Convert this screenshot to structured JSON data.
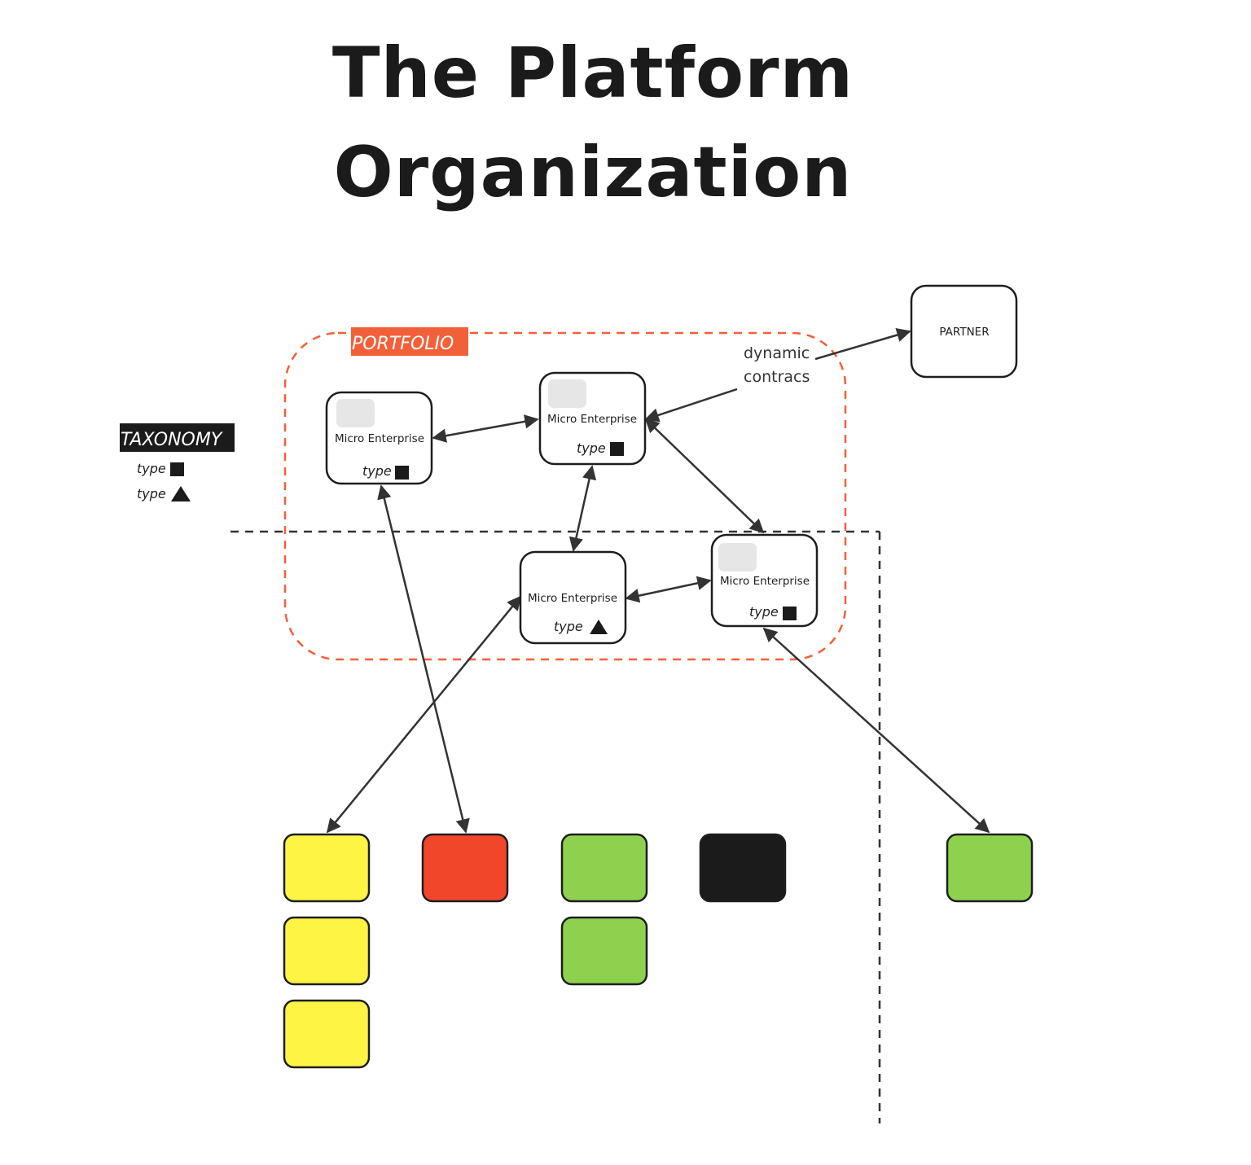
{
  "title": {
    "line1": "The Platform",
    "line2": "Organization"
  },
  "colors": {
    "portfolio": "#f2603a",
    "yellow": "#fdf443",
    "red": "#f2462a",
    "green": "#8ed14f",
    "black": "#1b1b1b",
    "stroke": "#2b2b2b"
  },
  "taxonomy": {
    "label": "TAXONOMY",
    "items": [
      {
        "text": "type",
        "shape": "square-icon"
      },
      {
        "text": "type",
        "shape": "triangle-icon"
      }
    ]
  },
  "portfolio": {
    "label": "PORTFOLIO"
  },
  "partner": {
    "label": "PARTNER"
  },
  "note": {
    "line1": "dynamic",
    "line2": "contracs"
  },
  "enterprises": [
    {
      "label": "Micro Enterprise",
      "type": "type",
      "shape": "square-icon"
    },
    {
      "label": "Micro Enterprise",
      "type": "type",
      "shape": "square-icon"
    },
    {
      "label": "Micro Enterprise",
      "type": "type",
      "shape": "triangle-icon"
    },
    {
      "label": "Micro Enterprise",
      "type": "type",
      "shape": "square-icon"
    }
  ],
  "color_blocks": [
    "yellow",
    "yellow",
    "yellow",
    "red",
    "green",
    "green",
    "black",
    "green"
  ]
}
